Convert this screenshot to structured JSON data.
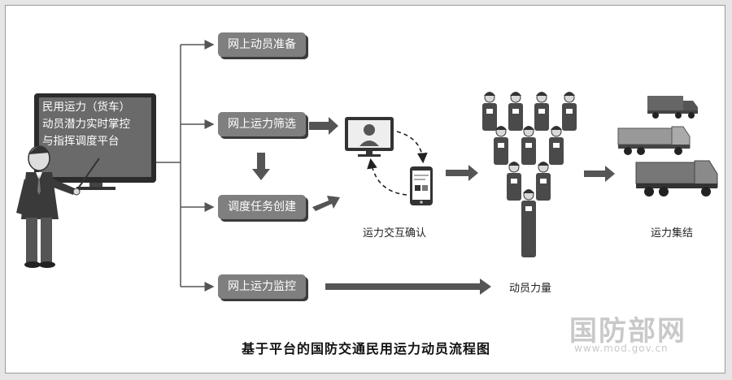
{
  "screen_text": {
    "line1": "民用运力（货车）",
    "line2": "动员潜力实时掌控",
    "line3": "与指挥调度平台"
  },
  "steps": [
    "网上动员准备",
    "网上运力筛选",
    "调度任务创建",
    "网上运力监控"
  ],
  "labels": {
    "interaction": "运力交互确认",
    "mobilized_force": "动员力量",
    "assembly": "运力集结"
  },
  "caption": "基于平台的国防交通民用运力动员流程图",
  "watermark": {
    "name": "国防部网",
    "url": "www.mod.gov.cn"
  },
  "colors": {
    "step_box": "#7f7f7f",
    "arrow": "#555555",
    "soldier": "#4a4a4a"
  }
}
